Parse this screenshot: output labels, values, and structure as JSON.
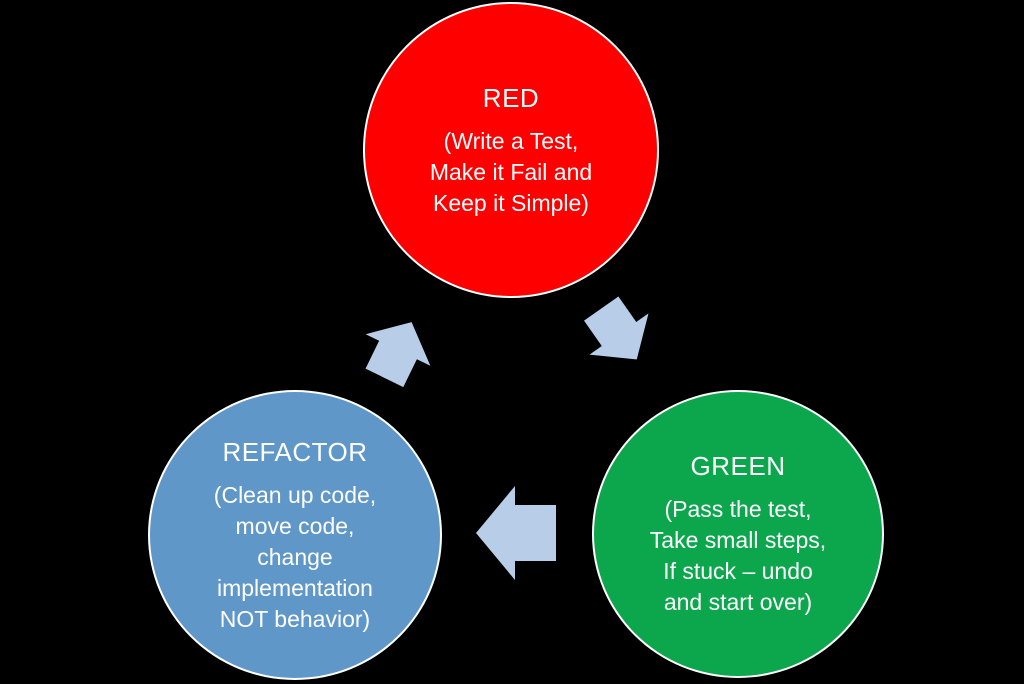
{
  "diagram": {
    "type": "cycle-diagram",
    "background_color": "#000000",
    "text_color": "#ffffff",
    "node_border_color": "#ffffff",
    "arrow_color": "#b8cde8"
  },
  "nodes": [
    {
      "id": "red",
      "title": "RED",
      "lines": [
        "(Write a Test,",
        "Make it Fail and",
        "Keep it Simple)"
      ],
      "color": "#fe0000",
      "position": "top"
    },
    {
      "id": "green",
      "title": "GREEN",
      "lines": [
        "(Pass the test,",
        "Take small steps,",
        "If stuck – undo",
        "and start over)"
      ],
      "color": "#0ca74c",
      "position": "bottom-right"
    },
    {
      "id": "refactor",
      "title": "REFACTOR",
      "lines": [
        "(Clean up code,",
        "move code,",
        "change",
        "implementation",
        "NOT behavior)"
      ],
      "color": "#5f97c9",
      "position": "bottom-left"
    }
  ],
  "arrows": [
    {
      "id": "arrow-red-to-green",
      "from": "red",
      "to": "green",
      "direction": "down-right"
    },
    {
      "id": "arrow-green-to-refactor",
      "from": "green",
      "to": "refactor",
      "direction": "left"
    },
    {
      "id": "arrow-refactor-to-red",
      "from": "refactor",
      "to": "red",
      "direction": "up-right"
    }
  ]
}
